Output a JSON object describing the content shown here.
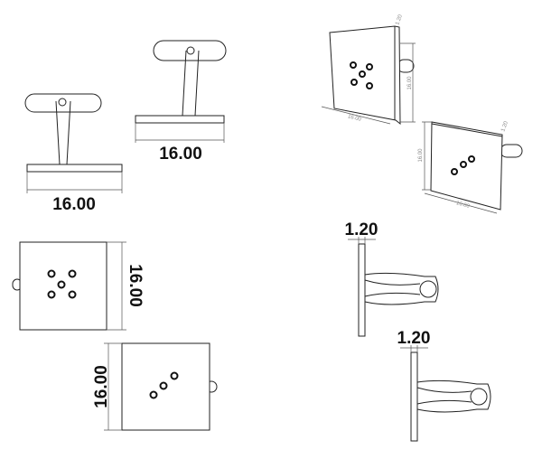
{
  "dimensions": {
    "front_view_1_width": "16.00",
    "front_view_2_width": "16.00",
    "square_view_1_height": "16.00",
    "square_view_2_height": "16.00",
    "iso_1_height": "16.00",
    "iso_1_width": "16.00",
    "iso_1_thickness": "1.20",
    "iso_2_height": "16.00",
    "iso_2_width": "16.00",
    "iso_2_thickness": "1.20",
    "side_view_1_thickness": "1.20",
    "side_view_2_thickness": "1.20"
  }
}
